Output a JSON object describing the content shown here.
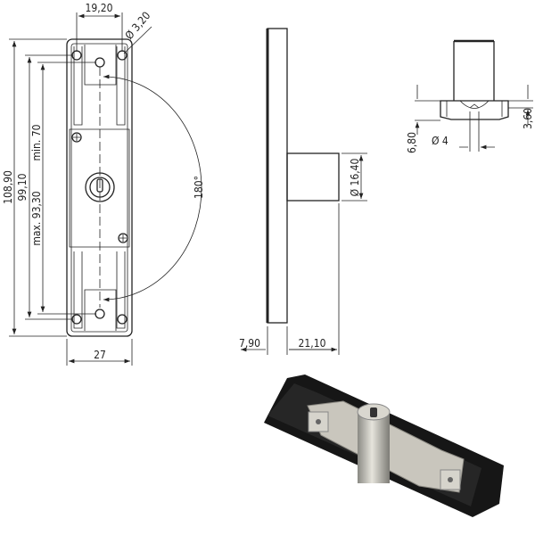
{
  "front_view": {
    "width_top": "19,20",
    "hole_diameter": "Ø 3,20",
    "overall_length": "108,90",
    "hole_spacing": "99,10",
    "cam_max": "max. 93,30",
    "cam_min": "min. 70",
    "rotation": "180°",
    "overall_width": "27"
  },
  "side_view": {
    "cylinder_diameter": "Ø 16,40",
    "plate_thickness": "7,90",
    "cylinder_length": "21,10"
  },
  "detail_view": {
    "height_total": "6,80",
    "height_cam": "3,60",
    "pin_diameter": "Ø 4"
  }
}
